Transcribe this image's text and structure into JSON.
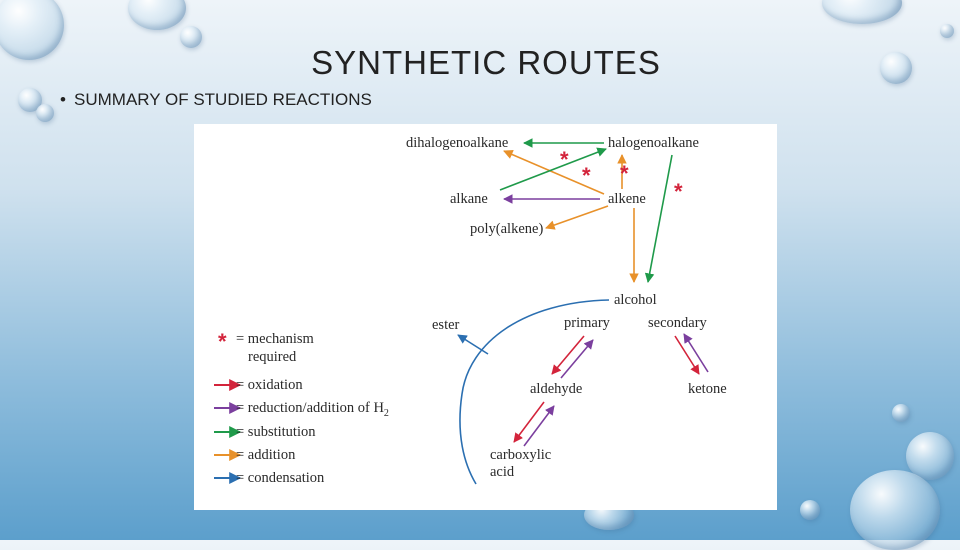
{
  "slide": {
    "title": "SYNTHETIC ROUTES",
    "bullet": "SUMMARY OF STUDIED REACTIONS",
    "bullet_marker": "•"
  },
  "diagram": {
    "nodes": {
      "dihalogenoalkane": "dihalogenoalkane",
      "halogenoalkane": "halogenoalkane",
      "alkane": "alkane",
      "alkene": "alkene",
      "polyalkene": "poly(alkene)",
      "alcohol": "alcohol",
      "ester": "ester",
      "primary": "primary",
      "secondary": "secondary",
      "aldehyde": "aldehyde",
      "ketone": "ketone",
      "carboxylic_acid_line1": "carboxylic",
      "carboxylic_acid_line2": "acid"
    },
    "star_symbol": "*",
    "legend": {
      "mechanism_line1": "= mechanism",
      "mechanism_line2": "required",
      "oxidation": "= oxidation",
      "reduction": "= reduction/addition of H",
      "reduction_sub": "2",
      "substitution": "= substitution",
      "addition": "= addition",
      "condensation": "= condensation"
    },
    "colors": {
      "oxidation": "#d3243b",
      "reduction": "#7b3f9e",
      "substitution": "#1f9a4a",
      "addition": "#e8912a",
      "condensation": "#2b6fb1",
      "star": "#d3243b"
    }
  }
}
